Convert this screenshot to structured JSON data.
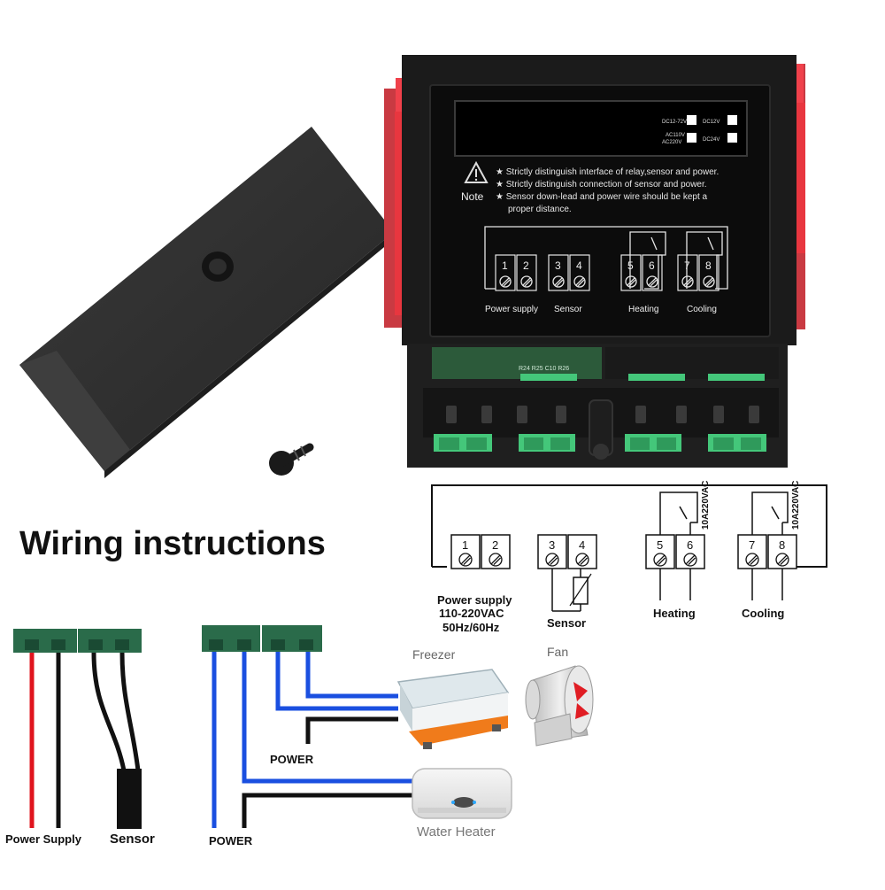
{
  "title": "Wiring instructions",
  "panel": {
    "voltage_options": [
      "DC12-72V",
      "DC12V",
      "AC110V",
      "AC220V",
      "DC24V"
    ],
    "note_label": "Note",
    "notes": [
      "★ Strictly distinguish interface of relay,sensor and power.",
      "★ Strictly distinguish connection of sensor and power.",
      "★ Sensor down-lead and power wire should be kept a",
      "proper distance."
    ],
    "terminals": [
      "1",
      "2",
      "3",
      "4",
      "5",
      "6",
      "7",
      "8"
    ],
    "labels": {
      "power": "Power supply",
      "sensor": "Sensor",
      "heating": "Heating",
      "cooling": "Cooling"
    },
    "pcb_text": "R24 R25 C10 R26"
  },
  "schematic": {
    "terminals": [
      "1",
      "2",
      "3",
      "4",
      "5",
      "6",
      "7",
      "8"
    ],
    "power_line1": "Power  supply",
    "power_line2": "110-220VAC",
    "power_line3": "50Hz/60Hz",
    "sensor_label": "Sensor",
    "heating_label": "Heating",
    "cooling_label": "Cooling",
    "relay_rating": "10A220VAC"
  },
  "wiring": {
    "power_supply_label": "Power Supply",
    "sensor_label": "Sensor",
    "power_bottom_label": "POWER",
    "power_mid_label": "POWER",
    "freezer_label": "Freezer",
    "fan_label": "Fan",
    "water_heater_label": "Water Heater"
  },
  "colors": {
    "wire_red": "#e0141e",
    "wire_black": "#111111",
    "wire_blue": "#1a4fe0",
    "connector_green": "#2a6b4a",
    "latch_red": "#f0414b",
    "terminal_green": "#44c77a"
  }
}
